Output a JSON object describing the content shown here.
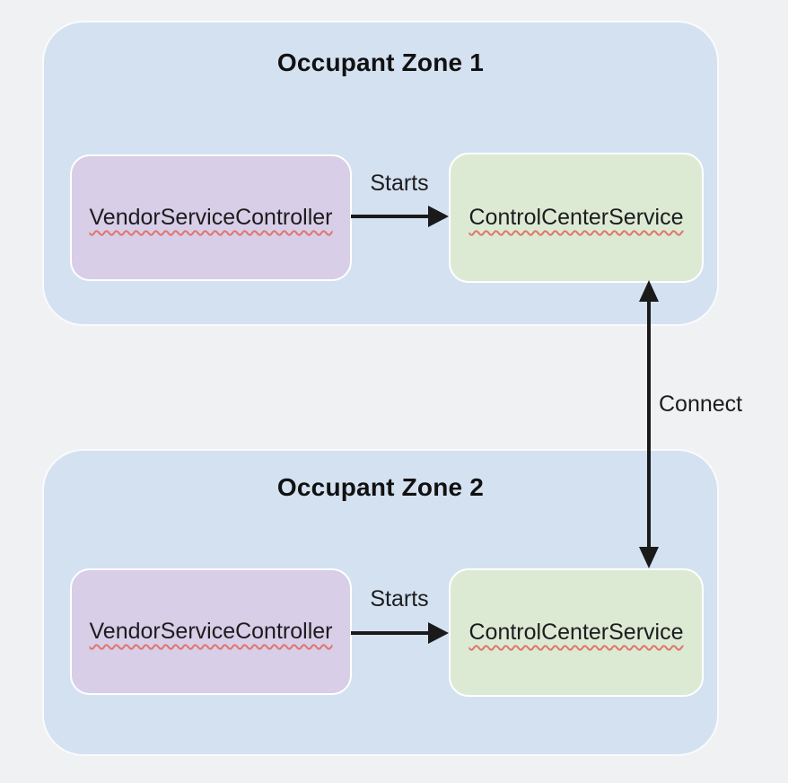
{
  "colors": {
    "page_background": "#f0f1f3",
    "zone_fill": "#d4e1f1",
    "vendor_box_fill": "#d8cee7",
    "control_box_fill": "#dcead4",
    "box_border": "#ffffff",
    "arrow": "#1a1a1a",
    "text": "#1c1c1e",
    "spellcheck_underline": "#e0756b"
  },
  "zones": [
    {
      "title": "Occupant Zone 1",
      "vendor_box": {
        "label": "VendorServiceController"
      },
      "control_box": {
        "label": "ControlCenterService"
      },
      "starts_label": "Starts"
    },
    {
      "title": "Occupant Zone 2",
      "vendor_box": {
        "label": "VendorServiceController"
      },
      "control_box": {
        "label": "ControlCenterService"
      },
      "starts_label": "Starts"
    }
  ],
  "connect_label": "Connect"
}
